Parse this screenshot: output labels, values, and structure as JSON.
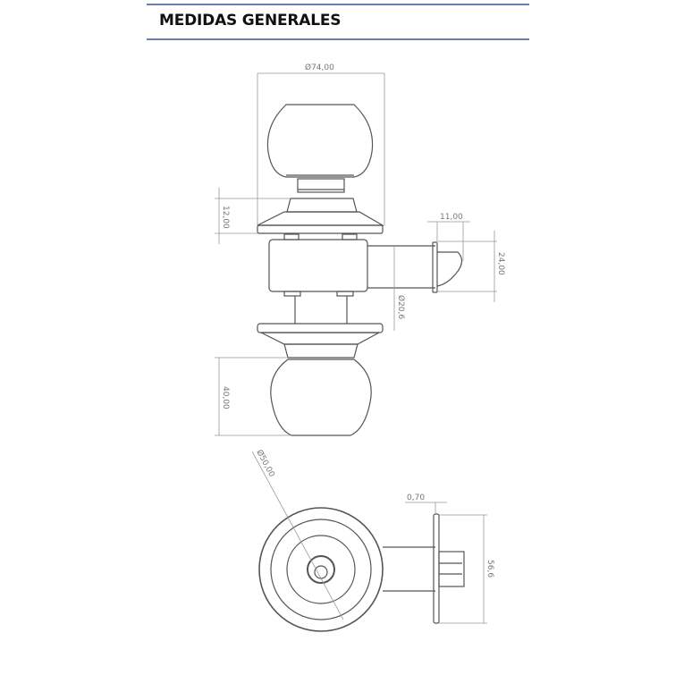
{
  "header": {
    "title": "MEDIDAS GENERALES",
    "rule_color": "#6a7fb0"
  },
  "drawing": {
    "line_color": "#555555",
    "dim_line_color": "#999999",
    "views": [
      "front-elevation",
      "end-view",
      "side-latch-view"
    ],
    "dimensions": {
      "overall_diameter": "Ø74,00",
      "rose_height": "12,00",
      "latch_projection": "11,00",
      "latch_height": "24,00",
      "chassis_diameter": "Ø20,6",
      "knob_height": "40,00",
      "knob_diameter": "Ø50,00",
      "faceplate_thickness": "0,70",
      "faceplate_height": "56,6"
    }
  }
}
